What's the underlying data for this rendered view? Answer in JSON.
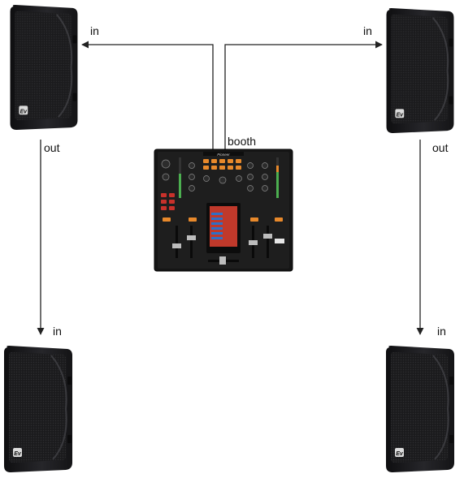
{
  "labels": {
    "in_top_left": "in",
    "in_top_right": "in",
    "out_left": "out",
    "out_right": "out",
    "booth": "booth",
    "in_bottom_left": "in",
    "in_bottom_right": "in"
  },
  "speaker_brand_mark": "EV",
  "mixer_brand_mark": "Pioneer",
  "colors": {
    "cable": "#222222",
    "speaker_body": "#1c1c1e",
    "mixer_body": "#161616",
    "mixer_led_orange": "#e8892b",
    "mixer_led_red": "#c8312b",
    "mixer_screen": "#c0392b",
    "mixer_screen_blue": "#2f6fc7"
  },
  "icons": {
    "speaker": "pa-speaker-icon",
    "mixer": "dj-mixer-icon"
  }
}
